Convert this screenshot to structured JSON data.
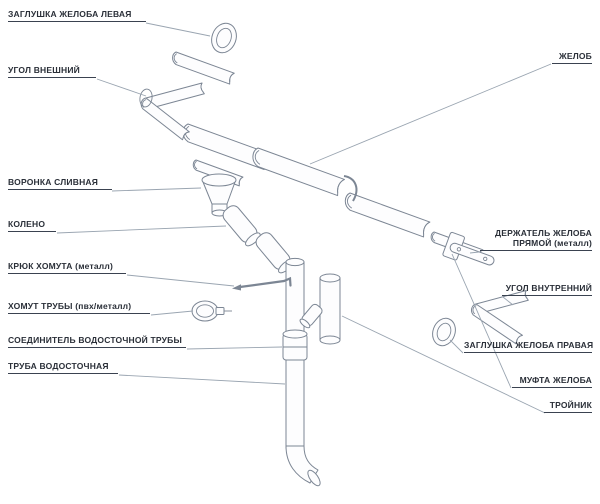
{
  "diagram": {
    "background": "#ffffff",
    "drawing_line_color": "#7c8694",
    "leader_line_color": "#9aa5b1",
    "label_text_color": "#2a2f38",
    "labels_left": [
      {
        "text": "ЗАГЛУШКА ЖЕЛОБА ЛЕВАЯ"
      },
      {
        "text": "УГОЛ ВНЕШНИЙ"
      },
      {
        "text": "ВОРОНКА СЛИВНАЯ"
      },
      {
        "text": "КОЛЕНО"
      },
      {
        "text": "КРЮК ХОМУТА (металл)"
      },
      {
        "text": "ХОМУТ ТРУБЫ (пвх/металл)"
      },
      {
        "text": "СОЕДИНИТЕЛЬ ВОДОСТОЧНОЙ ТРУБЫ"
      },
      {
        "text": "ТРУБА ВОДОСТОЧНАЯ"
      }
    ],
    "labels_right": [
      {
        "text": "ЖЕЛОБ"
      },
      {
        "line1": "ДЕРЖАТЕЛЬ ЖЕЛОБА",
        "line2": "ПРЯМОЙ (металл)"
      },
      {
        "text": "УГОЛ ВНУТРЕННИЙ"
      },
      {
        "text": "ЗАГЛУШКА ЖЕЛОБА ПРАВАЯ"
      },
      {
        "text": "МУФТА ЖЕЛОБА"
      },
      {
        "text": "ТРОЙНИК"
      }
    ]
  }
}
